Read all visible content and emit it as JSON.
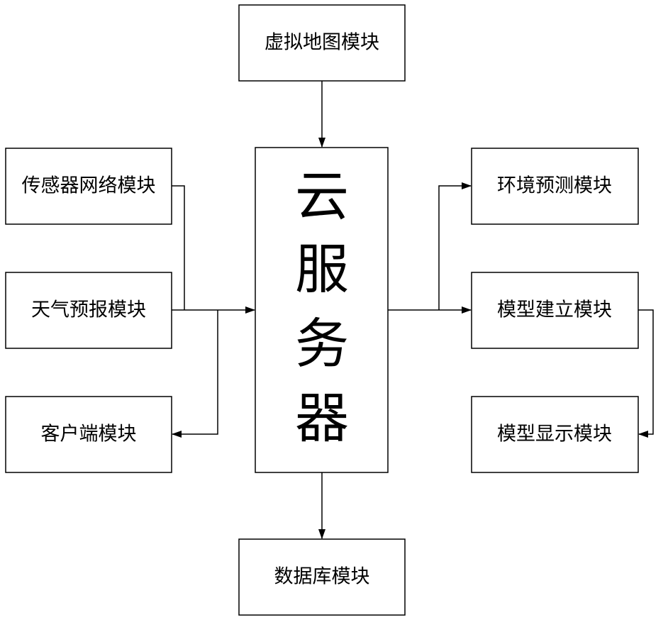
{
  "diagram": {
    "center": {
      "chars": [
        "云",
        "服",
        "务",
        "器"
      ]
    },
    "modules": {
      "virtual_map": "虚拟地图模块",
      "sensor_network": "传感器网络模块",
      "weather_forecast": "天气预报模块",
      "client": "客户端模块",
      "env_prediction": "环境预测模块",
      "model_building": "模型建立模块",
      "model_display": "模型显示模块",
      "database": "数据库模块"
    },
    "colors": {
      "stroke": "#000000",
      "background": "#ffffff"
    }
  }
}
